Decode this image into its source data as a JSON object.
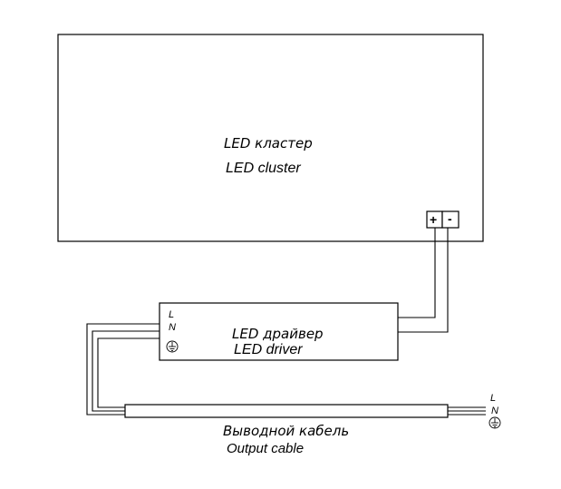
{
  "led_cluster": {
    "label_ru": "LED кластер",
    "label_en": "LED cluster",
    "terminal_plus": "+",
    "terminal_minus": "-"
  },
  "led_driver": {
    "label_ru": "LED драйвер",
    "label_en": "LED driver",
    "pin_l": "L",
    "pin_n": "N"
  },
  "output_cable": {
    "label_ru": "Выводной кабель",
    "label_en": "Output cable",
    "pin_l": "L",
    "pin_n": "N"
  }
}
